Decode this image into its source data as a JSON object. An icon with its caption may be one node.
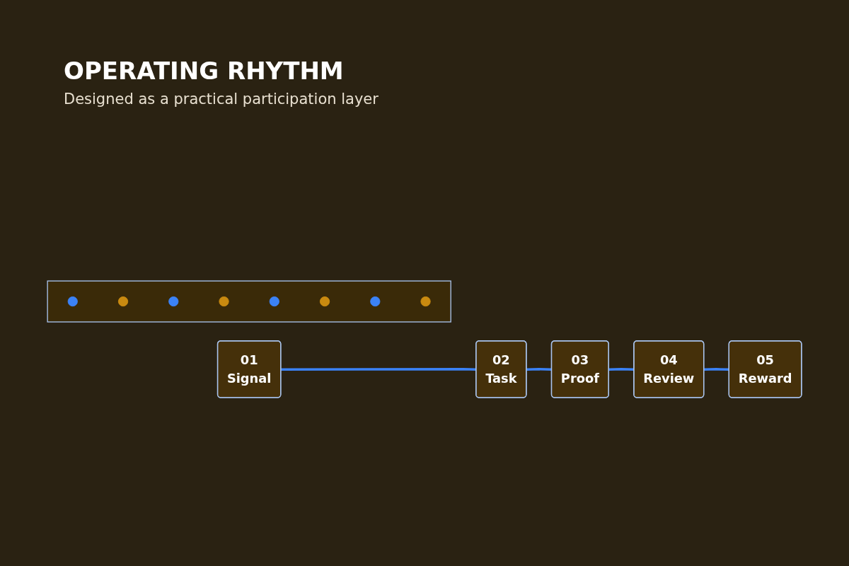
{
  "diagram": {
    "title": "OPERATING RHYTHM",
    "nodes": [
      {
        "text": [
          "01",
          "Signal"
        ]
      },
      {
        "text": [
          "02",
          "Task"
        ]
      },
      {
        "text": [
          "03",
          "Proof"
        ]
      },
      {
        "text": [
          "04",
          "Review"
        ]
      },
      {
        "text": [
          "05",
          "Reward"
        ]
      },
      {
        "text": [],
        "shape": "box"
      },
      {
        "text": [],
        "shape": "circle",
        "in": 5
      },
      {
        "text": [],
        "shape": "circle",
        "in": 5
      },
      {
        "text": [],
        "shape": "circle",
        "in": 5
      },
      {
        "text": [],
        "shape": "circle",
        "in": 5
      },
      {
        "text": [],
        "shape": "circle",
        "in": 5
      },
      {
        "text": [],
        "shape": "circle",
        "in": 5
      },
      {
        "text": [],
        "shape": "circle",
        "in": 5
      },
      {
        "text": [],
        "shape": "circle",
        "in": 5
      }
    ],
    "edges": [
      {
        "from": 0,
        "to": 1,
        "arrow": "none"
      },
      {
        "from": 1,
        "to": 2,
        "arrow": "none"
      },
      {
        "from": 2,
        "to": 3,
        "arrow": "none"
      },
      {
        "from": 3,
        "to": 4,
        "arrow": "none"
      }
    ],
    "labels": [
      "Designed as a practical participation layer"
    ]
  }
}
